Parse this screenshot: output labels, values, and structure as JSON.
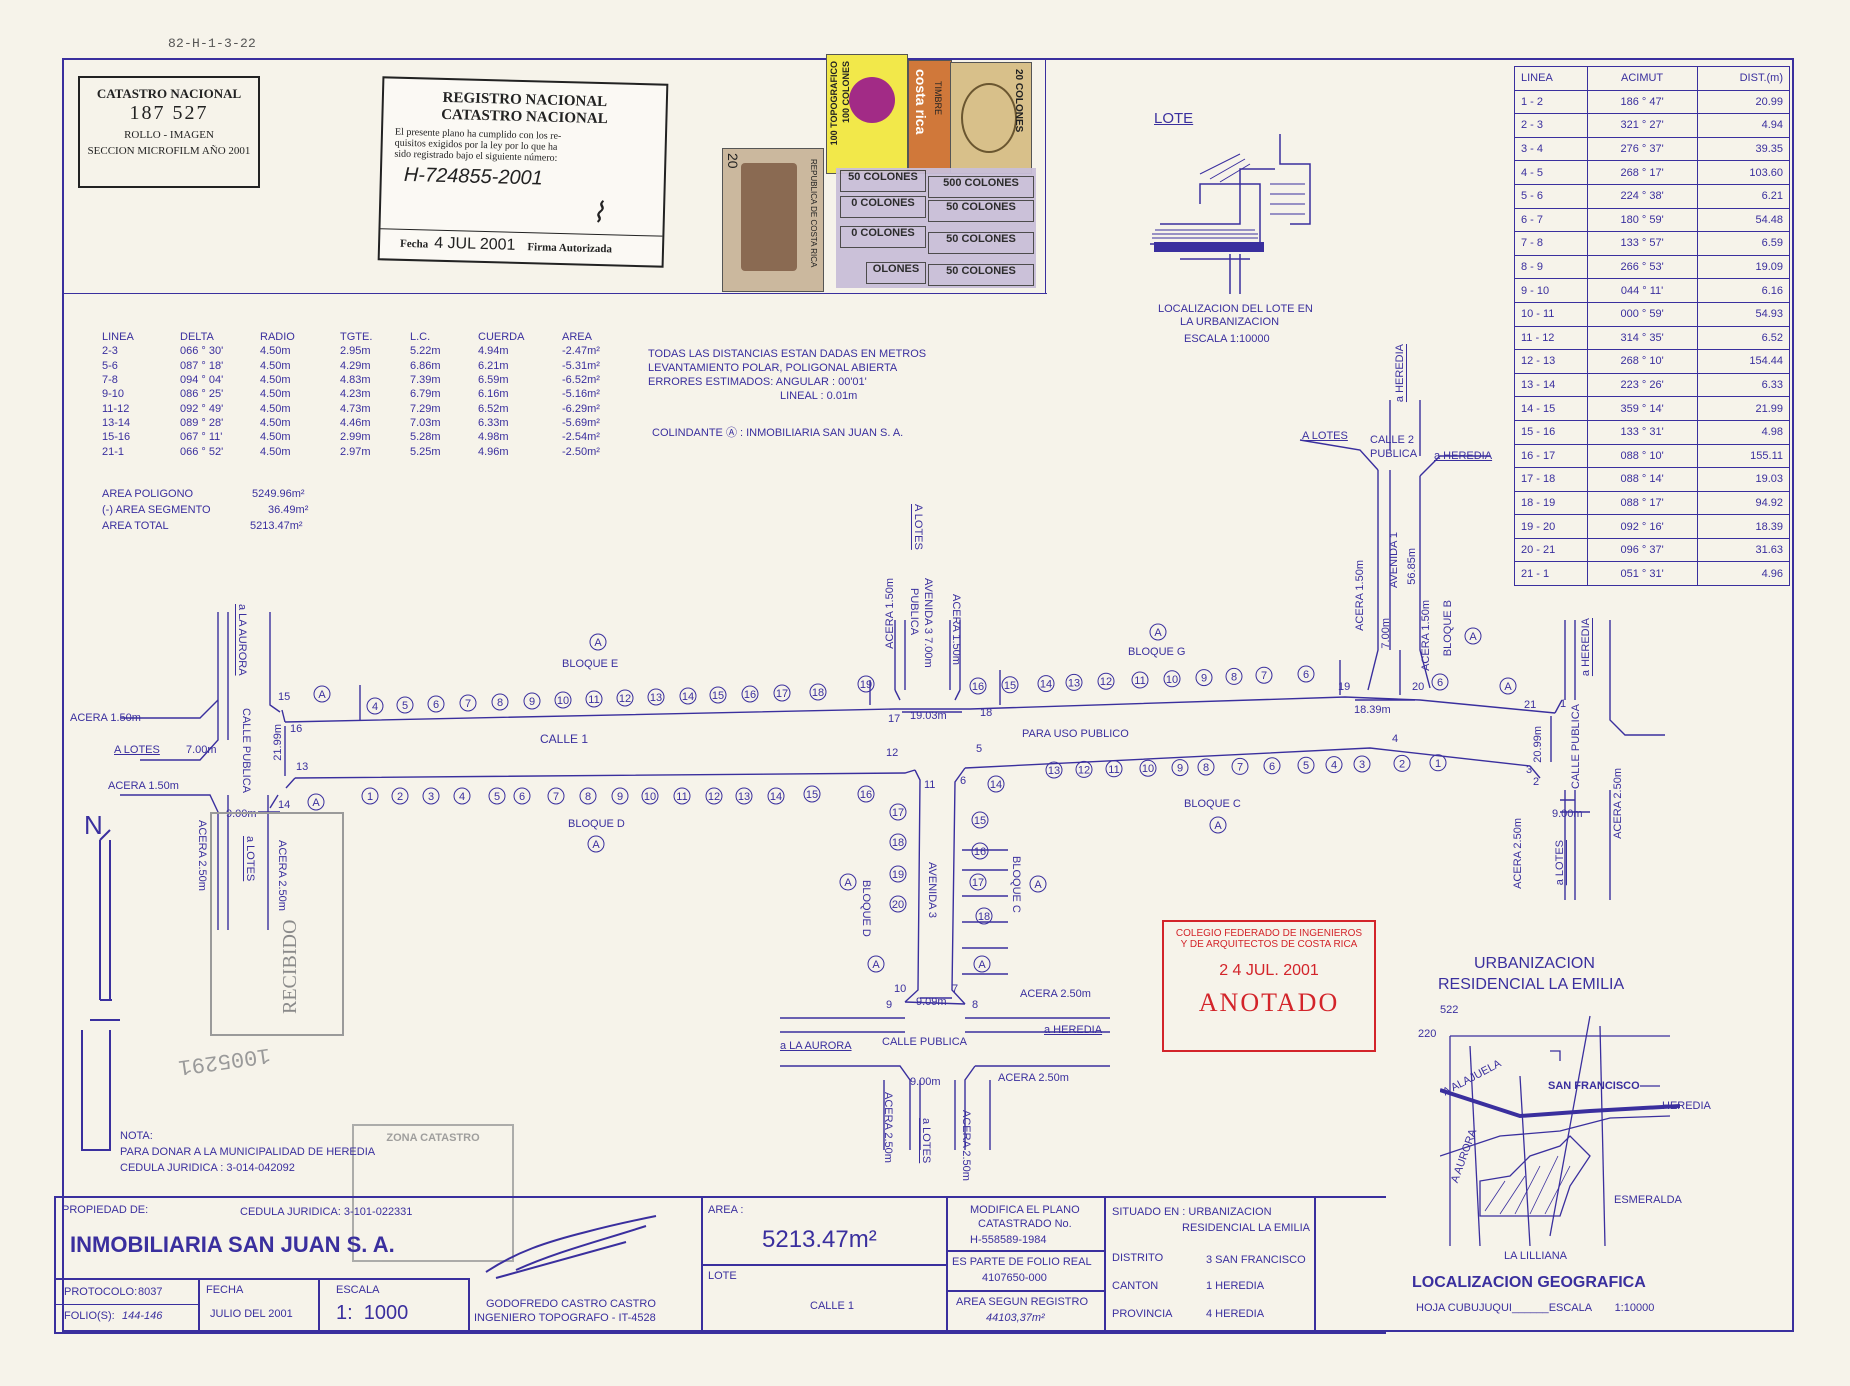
{
  "file_code": "82-H-1-3-22",
  "catastro_box": {
    "line1": "CATASTRO NACIONAL",
    "number": "187 527",
    "line3": "ROLLO - IMAGEN",
    "line4": "SECCION MICROFILM AÑO 2001"
  },
  "registro_stamp": {
    "line1": "REGISTRO NACIONAL",
    "line2": "CATASTRO NACIONAL",
    "body1": "El presente plano ha cumplido con los re-",
    "body2": "quisitos exigidos por la ley por lo que ha",
    "body3": "sido registrado bajo el siguiente número:",
    "plan_number": "H-724855-2001",
    "date_prefix": "Fecha",
    "date": "4 JUL 2001",
    "signature_label": "Firma Autorizada"
  },
  "tax_stamps": {
    "stamp1_top": "100 COLONES",
    "stamp1_side": "100 TOPOGRAFICO",
    "stamp2_brand": "costa rica",
    "stamp2_timbre": "TIMBRE",
    "stamp3": "20 COLONES",
    "stamp4_country": "REPUBLICA DE COSTA RICA",
    "stamp4_value": "20",
    "rows": [
      "50 COLONES",
      "500 COLONES",
      "0 COLONES",
      "50 COLONES",
      "0 COLONES",
      "50 COLONES",
      "OLONES",
      "50 COLONES"
    ]
  },
  "lote_inset": {
    "title": "LOTE",
    "caption1": "LOCALIZACION DEL LOTE EN",
    "caption2": "LA URBANIZACION",
    "caption3": "ESCALA 1:10000"
  },
  "azimuth_table": {
    "headers": [
      "LINEA",
      "ACIMUT",
      "DIST.(m)"
    ],
    "rows": [
      [
        "1 - 2",
        "186 ° 47'",
        "20.99"
      ],
      [
        "2 - 3",
        "321 ° 27'",
        "4.94"
      ],
      [
        "3 - 4",
        "276 ° 37'",
        "39.35"
      ],
      [
        "4 - 5",
        "268 ° 17'",
        "103.60"
      ],
      [
        "5 - 6",
        "224 ° 38'",
        "6.21"
      ],
      [
        "6 - 7",
        "180 ° 59'",
        "54.48"
      ],
      [
        "7 - 8",
        "133 ° 57'",
        "6.59"
      ],
      [
        "8 - 9",
        "266 ° 53'",
        "19.09"
      ],
      [
        "9 - 10",
        "044 ° 11'",
        "6.16"
      ],
      [
        "10 - 11",
        "000 ° 59'",
        "54.93"
      ],
      [
        "11 - 12",
        "314 ° 35'",
        "6.52"
      ],
      [
        "12 - 13",
        "268 ° 10'",
        "154.44"
      ],
      [
        "13 - 14",
        "223 ° 26'",
        "6.33"
      ],
      [
        "14 - 15",
        "359 ° 14'",
        "21.99"
      ],
      [
        "15 - 16",
        "133 ° 31'",
        "4.98"
      ],
      [
        "16 - 17",
        "088 ° 10'",
        "155.11"
      ],
      [
        "17 - 18",
        "088 ° 14'",
        "19.03"
      ],
      [
        "18 - 19",
        "088 ° 17'",
        "94.92"
      ],
      [
        "19 - 20",
        "092 ° 16'",
        "18.39"
      ],
      [
        "20 - 21",
        "096 ° 37'",
        "31.63"
      ],
      [
        "21 - 1",
        "051 ° 31'",
        "4.96"
      ]
    ]
  },
  "curve_table": {
    "headers": [
      "LINEA",
      "DELTA",
      "RADIO",
      "TGTE.",
      "L.C.",
      "CUERDA",
      "AREA"
    ],
    "rows": [
      [
        "2-3",
        "066 ° 30'",
        "4.50m",
        "2.95m",
        "5.22m",
        "4.94m",
        "-2.47m²"
      ],
      [
        "5-6",
        "087 ° 18'",
        "4.50m",
        "4.29m",
        "6.86m",
        "6.21m",
        "-5.31m²"
      ],
      [
        "7-8",
        "094 ° 04'",
        "4.50m",
        "4.83m",
        "7.39m",
        "6.59m",
        "-6.52m²"
      ],
      [
        "9-10",
        "086 ° 25'",
        "4.50m",
        "4.23m",
        "6.79m",
        "6.16m",
        "-5.16m²"
      ],
      [
        "11-12",
        "092 ° 49'",
        "4.50m",
        "4.73m",
        "7.29m",
        "6.52m",
        "-6.29m²"
      ],
      [
        "13-14",
        "089 ° 28'",
        "4.50m",
        "4.46m",
        "7.03m",
        "6.33m",
        "-5.69m²"
      ],
      [
        "15-16",
        "067 ° 11'",
        "4.50m",
        "2.99m",
        "5.28m",
        "4.98m",
        "-2.54m²"
      ],
      [
        "21-1",
        "066 ° 52'",
        "4.50m",
        "2.97m",
        "5.25m",
        "4.96m",
        "-2.50m²"
      ]
    ]
  },
  "areas": {
    "poligono_label": "AREA POLIGONO",
    "poligono_value": "5249.96m²",
    "segmento_label": "(-) AREA SEGMENTO",
    "segmento_value": "36.49m²",
    "total_label": "AREA TOTAL",
    "total_value": "5213.47m²"
  },
  "notes": {
    "line1": "TODAS LAS DISTANCIAS ESTAN DADAS EN METROS",
    "line2": "LEVANTAMIENTO POLAR, POLIGONAL ABIERTA",
    "line3": "ERRORES ESTIMADOS:  ANGULAR : 00'01'",
    "line4": "LINEAL  : 0.01m",
    "colindante": "COLINDANTE Ⓐ : INMOBILIARIA SAN JUAN S. A."
  },
  "map_labels": {
    "calle1": "CALLE 1",
    "para_uso": "PARA USO PUBLICO",
    "bloque_e": "BLOQUE E",
    "bloque_g": "BLOQUE G",
    "bloque_d": "BLOQUE D",
    "bloque_c": "BLOQUE C",
    "bloque_b": "BLOQUE B",
    "a": "A",
    "a_lotes": "A LOTES",
    "a_la_aurora": "a LA AURORA",
    "a_heredia": "a HEREDIA",
    "a_lotes_lower": "a LOTES",
    "calle_publica": "CALLE PUBLICA",
    "calle2_publica_1": "CALLE 2",
    "calle2_publica_2": "PUBLICA",
    "avenida3": "AVENIDA 3",
    "avenida3_top": "AVENIDA 3 7.00m",
    "avenida3_publica": "PUBLICA",
    "avenida1": "AVENIDA 1",
    "acera_150": "ACERA 1.50m",
    "acera_250": "ACERA 2.50m",
    "w700": "7.00m",
    "w900": "9.00m",
    "w909": "9.09m",
    "w1903": "19.03m",
    "w1839": "18.39m",
    "w2199": "21.99m",
    "w2099": "20.99m",
    "w5685": "56.85m",
    "north": "N"
  },
  "donation_note": {
    "title": "NOTA:",
    "line1": "PARA DONAR A LA MUNICIPALIDAD DE HEREDIA",
    "line2": "CEDULA JURIDICA : 3-014-042092"
  },
  "anotado_stamp": {
    "line1": "COLEGIO FEDERADO DE INGENIEROS",
    "line2": "Y DE ARQUITECTOS DE COSTA RICA",
    "date": "2 4 JUL. 2001",
    "word": "ANOTADO"
  },
  "urbanizacion": {
    "title1": "URBANIZACION",
    "title2": "RESIDENCIAL LA EMILIA"
  },
  "location_map": {
    "y1": "522",
    "y2": "220",
    "alajuela": "A ALAJUELA",
    "san_francisco": "SAN FRANCISCO",
    "heredia": "HEREDIA",
    "aurora": "A AURORA",
    "esmeralda": "ESMERALDA",
    "lilliana": "LA LILLIANA",
    "title": "LOCALIZACION GEOGRAFICA",
    "hoja": "HOJA CUBUJUQUI",
    "escala_label": "ESCALA",
    "escala": "1:10000"
  },
  "title_block": {
    "propiedad_label": "PROPIEDAD DE:",
    "cedula": "CEDULA JURIDICA: 3-101-022331",
    "owner": "INMOBILIARIA SAN JUAN S. A.",
    "protocolo_label": "PROTOCOLO:",
    "protocolo": "8037",
    "folios_label": "FOLIO(S):",
    "folios": "144-146",
    "fecha_label": "FECHA",
    "fecha": "JULIO DEL 2001",
    "escala_label": "ESCALA",
    "escala": "1:  1000",
    "engineer": "GODOFREDO CASTRO CASTRO",
    "engineer_title": "INGENIERO TOPOGRAFO - IT-4528",
    "area_label": "AREA :",
    "area": "5213.47m²",
    "lote_label": "LOTE",
    "lote": "CALLE 1",
    "modifica1": "MODIFICA EL PLANO",
    "modifica2": "CATASTRADO No.",
    "modifica3": "H-558589-1984",
    "folio_real_label": "ES PARTE DE FOLIO REAL",
    "folio_real": "4107650-000",
    "area_registro_label": "AREA SEGUN REGISTRO",
    "area_registro": "44103,37m²",
    "situado": "SITUADO EN : URBANIZACION",
    "situado2": "RESIDENCIAL LA EMILIA",
    "distrito_label": "DISTRITO",
    "distrito": "3 SAN FRANCISCO",
    "canton_label": "CANTON",
    "canton": "1 HEREDIA",
    "provincia_label": "PROVINCIA",
    "provincia": "4 HEREDIA"
  },
  "faded_stamps": {
    "recibido": "RECIBIDO",
    "zona": "ZONA CATASTRO",
    "number": "1005291"
  }
}
